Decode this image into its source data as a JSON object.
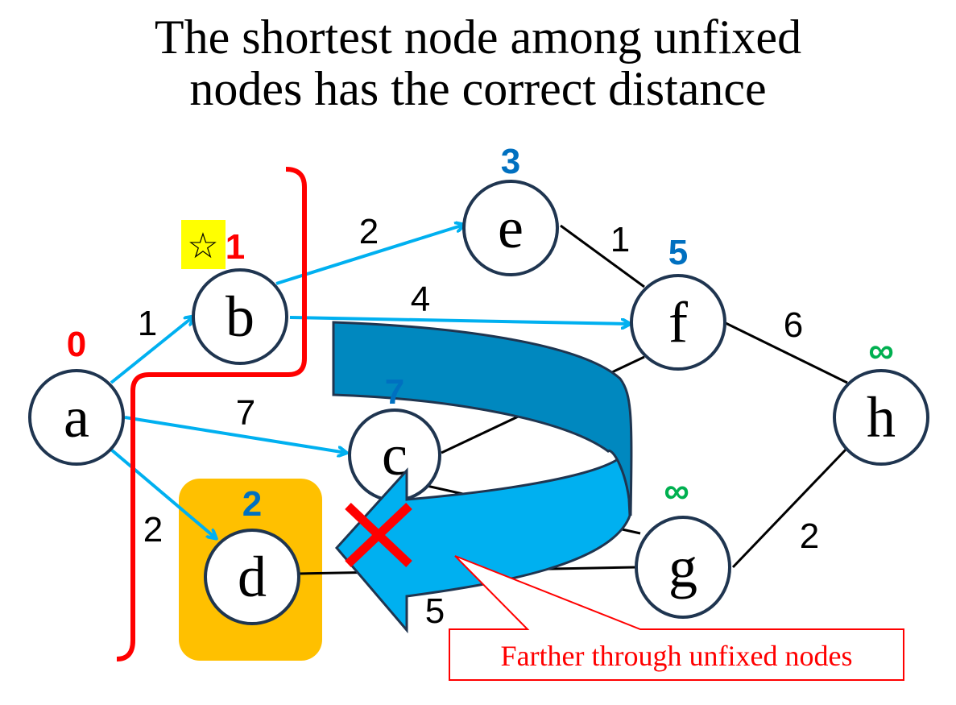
{
  "title": {
    "line1": "The shortest node among unfixed",
    "line2": "nodes has the correct distance"
  },
  "colors": {
    "fixed_distance": "#ff0000",
    "tentative_distance": "#0070c0",
    "infinite_distance": "#00b050",
    "relaxed_edge": "#00b0f0",
    "node_border": "#1f3550",
    "selected_highlight": "#ffc000",
    "star_highlight": "#ffff00",
    "big_arrow_dark": "#0088bf",
    "big_arrow_light": "#00b0f0"
  },
  "nodes": [
    {
      "id": "a",
      "label": "a",
      "distance": "0",
      "status": "fixed"
    },
    {
      "id": "b",
      "label": "b",
      "distance": "1",
      "status": "fixed",
      "marker": "☆"
    },
    {
      "id": "c",
      "label": "c",
      "distance": "7",
      "status": "tentative"
    },
    {
      "id": "d",
      "label": "d",
      "distance": "2",
      "status": "selected"
    },
    {
      "id": "e",
      "label": "e",
      "distance": "3",
      "status": "tentative"
    },
    {
      "id": "f",
      "label": "f",
      "distance": "5",
      "status": "tentative"
    },
    {
      "id": "g",
      "label": "g",
      "distance": "∞",
      "status": "unreached"
    },
    {
      "id": "h",
      "label": "h",
      "distance": "∞",
      "status": "unreached"
    }
  ],
  "edges": [
    {
      "from": "a",
      "to": "b",
      "weight": "1",
      "relaxed": true
    },
    {
      "from": "a",
      "to": "c",
      "weight": "7",
      "relaxed": true
    },
    {
      "from": "a",
      "to": "d",
      "weight": "2",
      "relaxed": true
    },
    {
      "from": "b",
      "to": "e",
      "weight": "2",
      "relaxed": true
    },
    {
      "from": "b",
      "to": "f",
      "weight": "4",
      "relaxed": true
    },
    {
      "from": "e",
      "to": "f",
      "weight": "1",
      "relaxed": false
    },
    {
      "from": "f",
      "to": "h",
      "weight": "6",
      "relaxed": false
    },
    {
      "from": "g",
      "to": "h",
      "weight": "2",
      "relaxed": false
    },
    {
      "from": "d",
      "to": "g",
      "weight": "5",
      "relaxed": false
    },
    {
      "from": "c",
      "to": "f",
      "weight": "",
      "relaxed": false
    },
    {
      "from": "c",
      "to": "g",
      "weight": "",
      "relaxed": false
    }
  ],
  "callout": {
    "text": "Farther through unfixed nodes"
  }
}
